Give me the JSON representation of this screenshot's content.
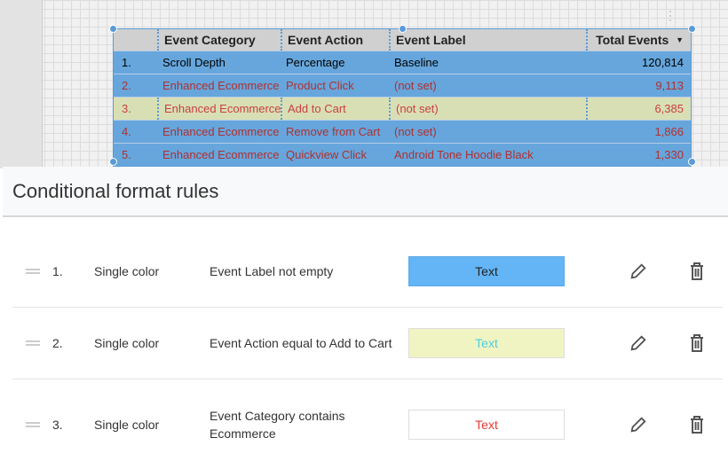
{
  "table": {
    "headers": [
      "",
      "Event Category",
      "Event Action",
      "Event Label",
      "Total Events"
    ],
    "sort_indicator": "▼",
    "rows": [
      {
        "index": "1.",
        "category": "Scroll Depth",
        "action": "Percentage",
        "label": "Baseline",
        "total": "120,814"
      },
      {
        "index": "2.",
        "category": "Enhanced Ecommerce",
        "action": "Product Click",
        "label": "(not set)",
        "total": "9,113"
      },
      {
        "index": "3.",
        "category": "Enhanced Ecommerce",
        "action": "Add to Cart",
        "label": "(not set)",
        "total": "6,385"
      },
      {
        "index": "4.",
        "category": "Enhanced Ecommerce",
        "action": "Remove from Cart",
        "label": "(not set)",
        "total": "1,866"
      },
      {
        "index": "5.",
        "category": "Enhanced Ecommerce",
        "action": "Quickview Click",
        "label": "Android Tone Hoodie Black",
        "total": "1,330"
      }
    ]
  },
  "panel": {
    "title": "Conditional format rules",
    "rules": [
      {
        "num": "1.",
        "type": "Single color",
        "condition": "Event Label not empty",
        "preview": "Text",
        "bg": "#64b5f6",
        "fg": "#222222"
      },
      {
        "num": "2.",
        "type": "Single color",
        "condition": "Event Action equal to Add to Cart",
        "preview": "Text",
        "bg": "#f0f4c3",
        "fg": "#4dd0e1"
      },
      {
        "num": "3.",
        "type": "Single color",
        "condition": "Event Category contains Ecommerce",
        "preview": "Text",
        "bg": "#ffffff",
        "fg": "#e53935"
      }
    ]
  },
  "colors": {
    "row_blue": "#66a6dc",
    "row_yellow": "#d9dfb5",
    "text_red": "#b03030",
    "selection": "#5b9bd5"
  }
}
